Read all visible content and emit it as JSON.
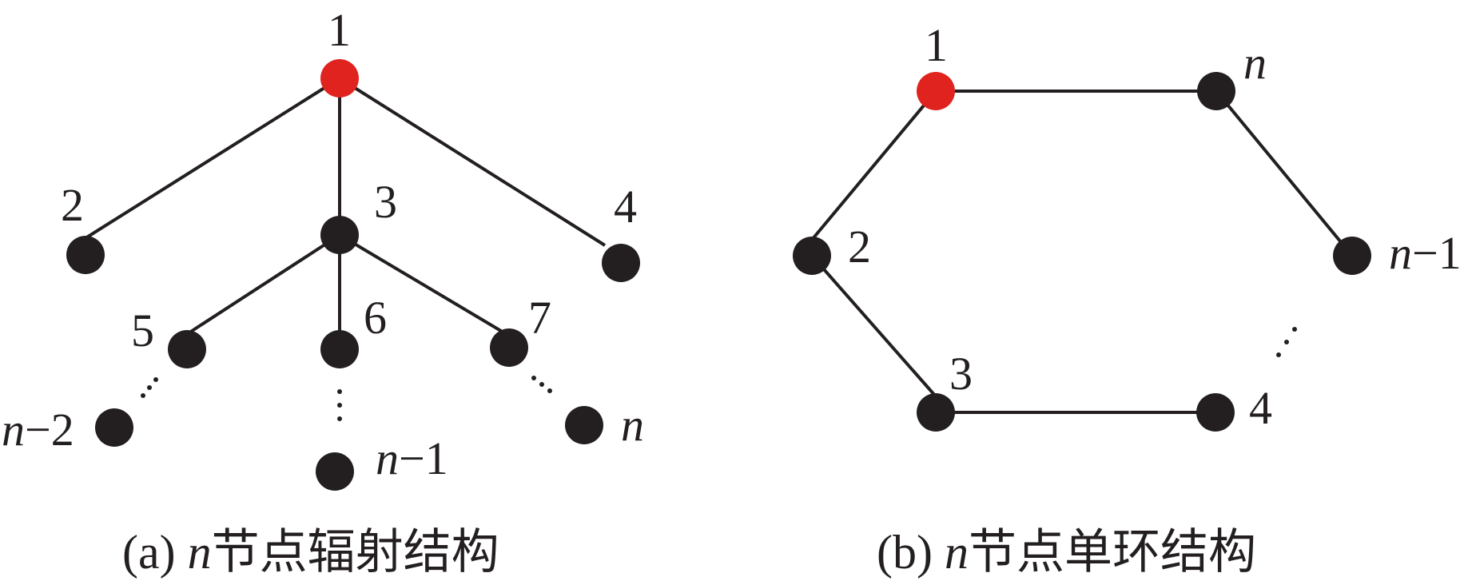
{
  "colors": {
    "node": "#231f20",
    "root_node": "#e0231f",
    "edge": "#231f20"
  },
  "radial": {
    "caption": {
      "prefix": "(a) ",
      "n": "n",
      "suffix": "节点辐射结构"
    },
    "labels": {
      "n1": "1",
      "n2": "2",
      "n3": "3",
      "n4": "4",
      "n5": "5",
      "n6": "6",
      "n7": "7",
      "nm2_n": "n",
      "nm2_rest": "−2",
      "nm1_n": "n",
      "nm1_rest": "−1",
      "nn": "n"
    }
  },
  "ring": {
    "caption": {
      "prefix": "(b) ",
      "n": "n",
      "suffix": "节点单环结构"
    },
    "labels": {
      "n1": "1",
      "n2": "2",
      "n3": "3",
      "n4": "4",
      "nn": "n",
      "nm1_n": "n",
      "nm1_rest": "−1"
    }
  }
}
